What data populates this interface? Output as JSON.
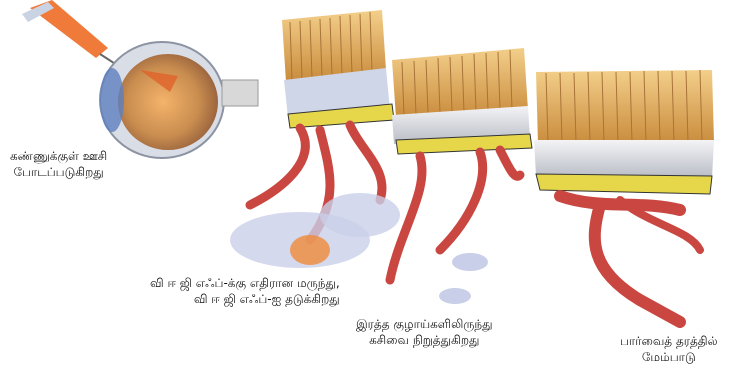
{
  "labels": {
    "injection": [
      "கண்ணுக்குள் ஊசி",
      "போடப்படுகிறது"
    ],
    "anti_vegf": [
      "வி ஈ ஜி எஃப்-க்கு எதிரான மருந்து,",
      "வி ஈ ஜி எஃப்-ஐ தடுக்கிறது"
    ],
    "stop_leak": [
      "இரத்த குழாய்களிலிருந்து",
      "கசிவை நிறுத்துகிறது"
    ],
    "vision": [
      "பார்வைத் தரத்தில்",
      "மேம்பாடு"
    ]
  },
  "colors": {
    "photoreceptor": "#e2a95a",
    "vessel": "#d9554f",
    "leak": "#c9cfe8",
    "membrane": "#e8e6c9",
    "syringe": "#f07a3a"
  }
}
